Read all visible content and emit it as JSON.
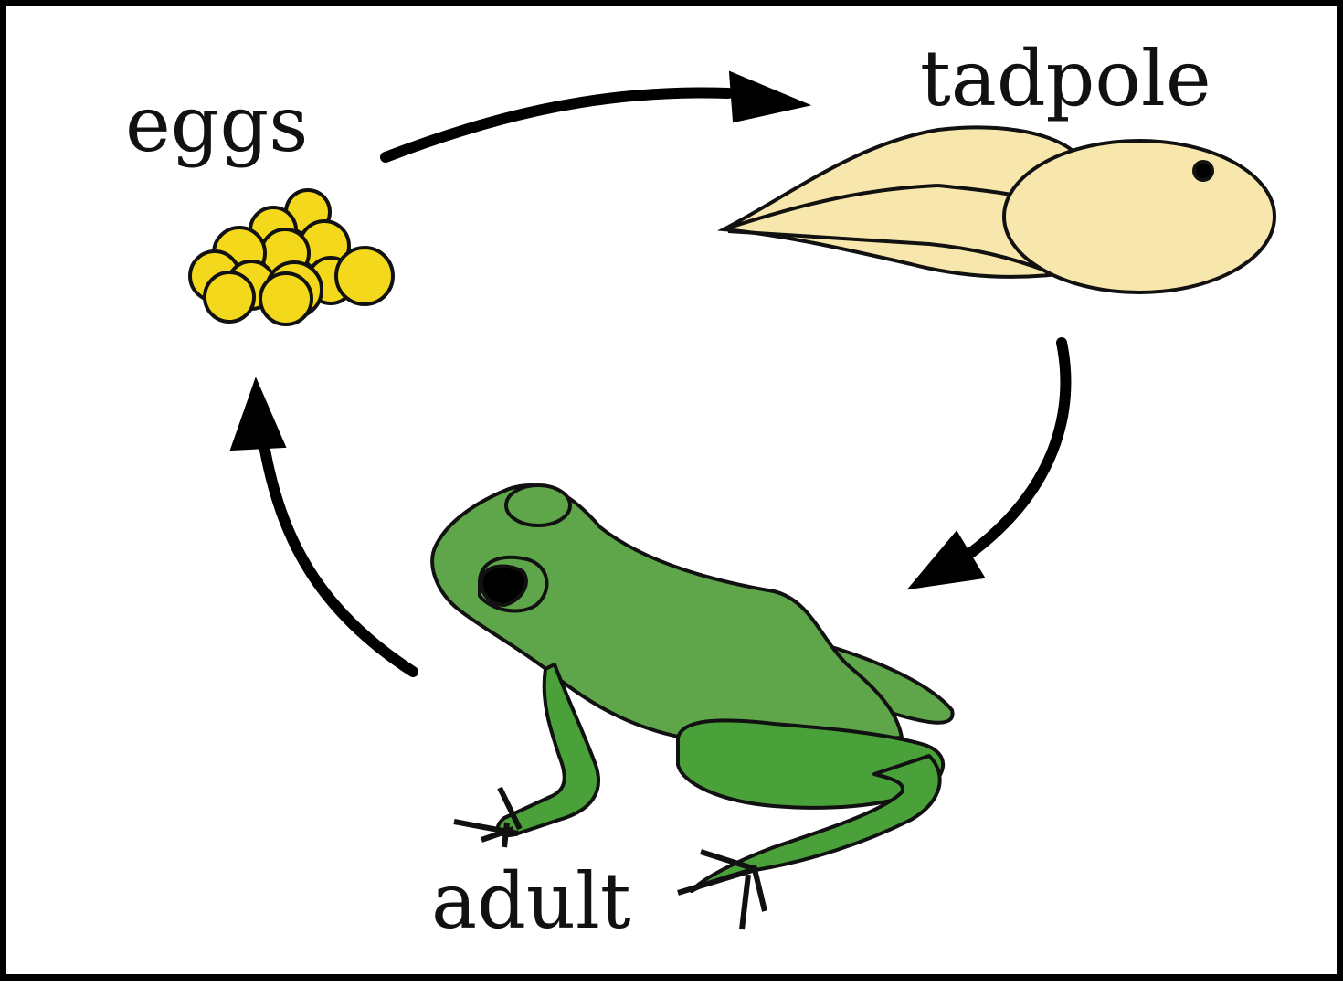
{
  "diagram": {
    "type": "life-cycle",
    "stages": [
      {
        "id": "eggs",
        "label": "eggs"
      },
      {
        "id": "tadpole",
        "label": "tadpole"
      },
      {
        "id": "adult",
        "label": "adult"
      }
    ],
    "cycle": [
      {
        "from": "eggs",
        "to": "tadpole"
      },
      {
        "from": "tadpole",
        "to": "adult"
      },
      {
        "from": "adult",
        "to": "eggs"
      }
    ]
  },
  "colors": {
    "egg_fill": "#f4d81c",
    "tadpole_fill": "#f8e7ad",
    "frog_fill": "#5fa64a",
    "frog_leg_fill": "#4aa13a",
    "outline": "#111111",
    "arrow": "#000000"
  }
}
